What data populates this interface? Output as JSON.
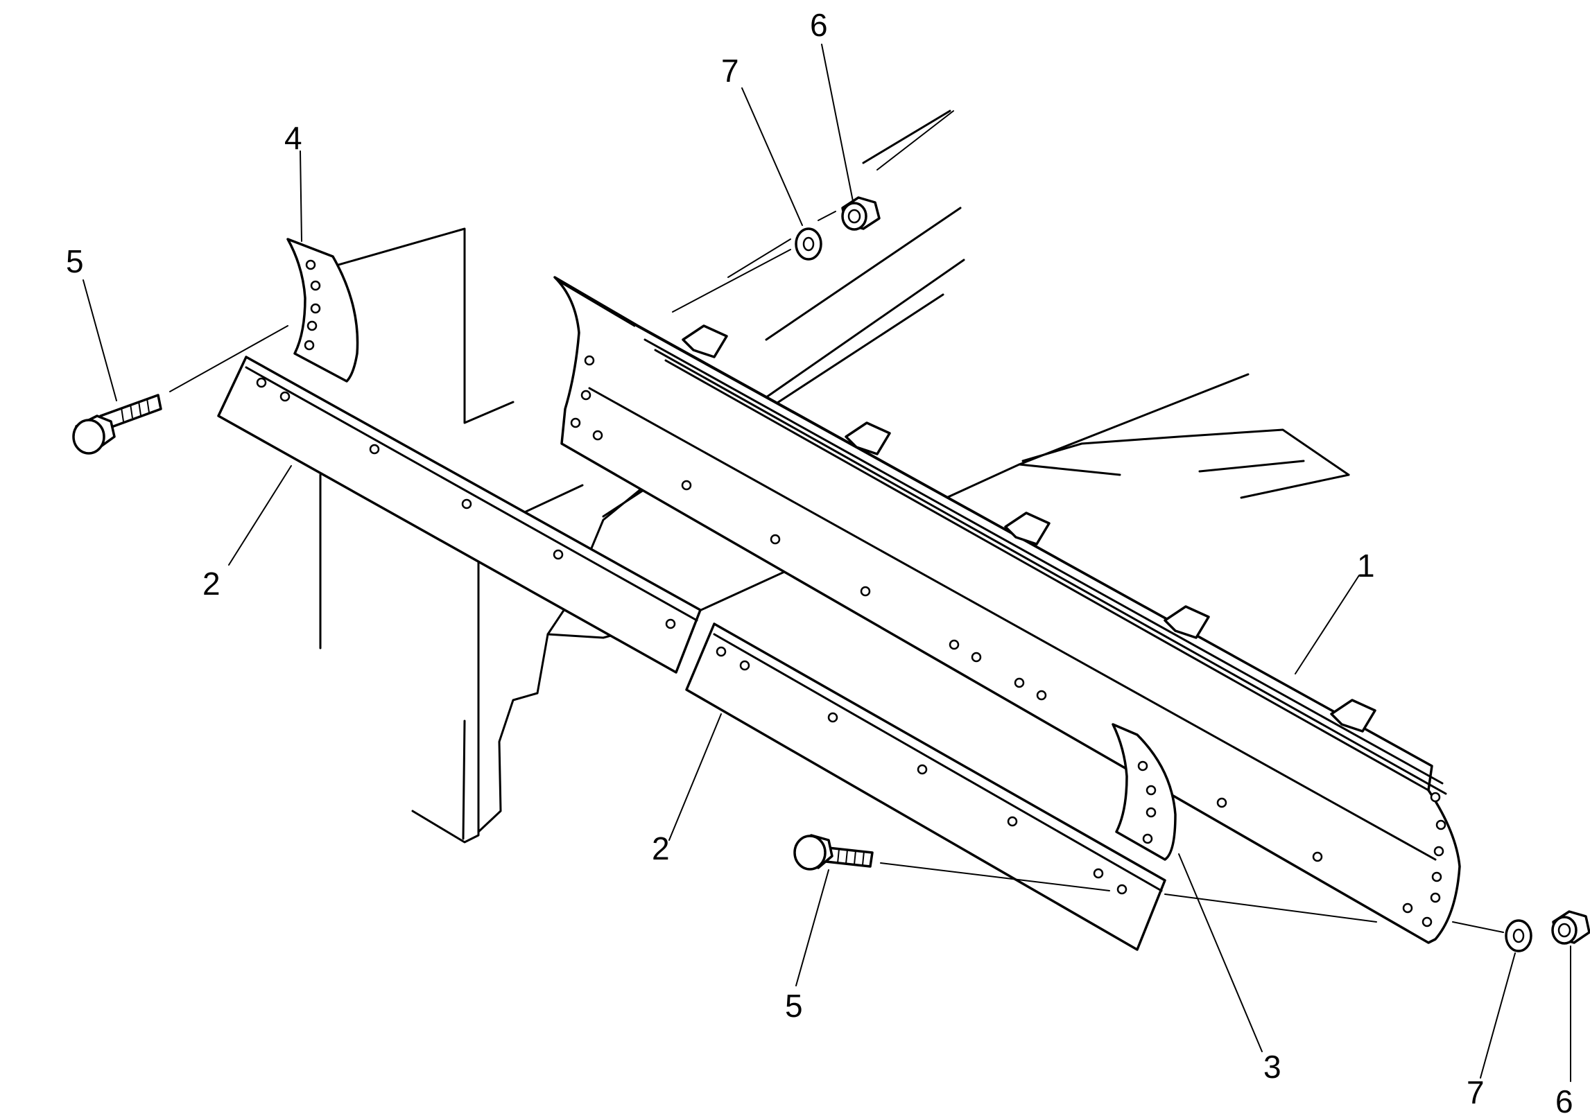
{
  "callouts": [
    {
      "id": "c1",
      "label": "1"
    },
    {
      "id": "c2a",
      "label": "2"
    },
    {
      "id": "c2b",
      "label": "2"
    },
    {
      "id": "c3",
      "label": "3"
    },
    {
      "id": "c4",
      "label": "4"
    },
    {
      "id": "c5a",
      "label": "5"
    },
    {
      "id": "c5b",
      "label": "5"
    },
    {
      "id": "c6a",
      "label": "6"
    },
    {
      "id": "c6b",
      "label": "6"
    },
    {
      "id": "c7a",
      "label": "7"
    },
    {
      "id": "c7b",
      "label": "7"
    }
  ],
  "parts": [
    {
      "number": "1",
      "name": "blade"
    },
    {
      "number": "2",
      "name": "cutting-edge"
    },
    {
      "number": "3",
      "name": "end-bit-right"
    },
    {
      "number": "4",
      "name": "end-bit-left"
    },
    {
      "number": "5",
      "name": "bolt"
    },
    {
      "number": "6",
      "name": "nut"
    },
    {
      "number": "7",
      "name": "washer"
    }
  ]
}
